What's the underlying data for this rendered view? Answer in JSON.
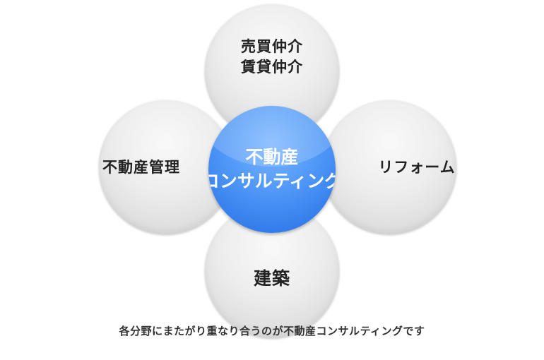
{
  "diagram": {
    "top_line1": "売買仲介",
    "top_line2": "賃貸仲介",
    "left": "不動産管理",
    "right": "リフォーム",
    "bottom": "建築",
    "center_line1": "不動産",
    "center_line2": "コンサルティング"
  },
  "caption": "各分野にまたがり重なり合うのが不動産コンサルティングです",
  "colors": {
    "center_blue": "#4f97f7",
    "outer_gray": "#e6e6e6"
  }
}
